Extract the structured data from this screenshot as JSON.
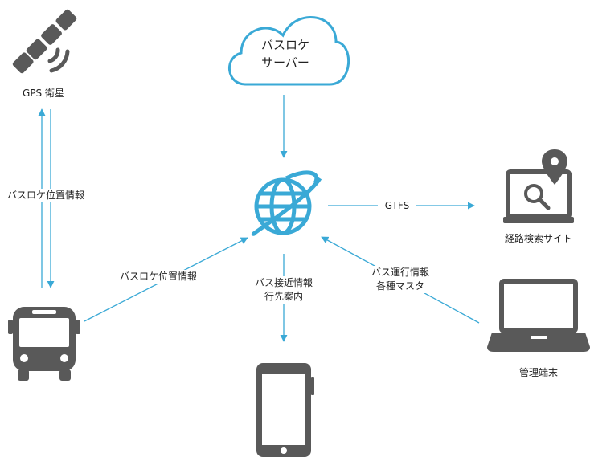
{
  "nodes": {
    "gps": {
      "label": "GPS 衛星"
    },
    "cloud": {
      "line1": "バスロケ",
      "line2": "サーバー"
    },
    "search": {
      "label": "経路検索サイト"
    },
    "terminal": {
      "label": "管理端末"
    }
  },
  "edges": {
    "gps_bus": "バスロケ位置情報",
    "bus_hub": "バスロケ位置情報",
    "hub_search": "GTFS",
    "hub_phone": {
      "line1": "バス接近情報",
      "line2": "行先案内"
    },
    "terminal_hub": {
      "line1": "バス運行情報",
      "line2": "各種マスタ"
    }
  },
  "colors": {
    "accent": "#3aa9d6",
    "icon_gray": "#595959"
  }
}
